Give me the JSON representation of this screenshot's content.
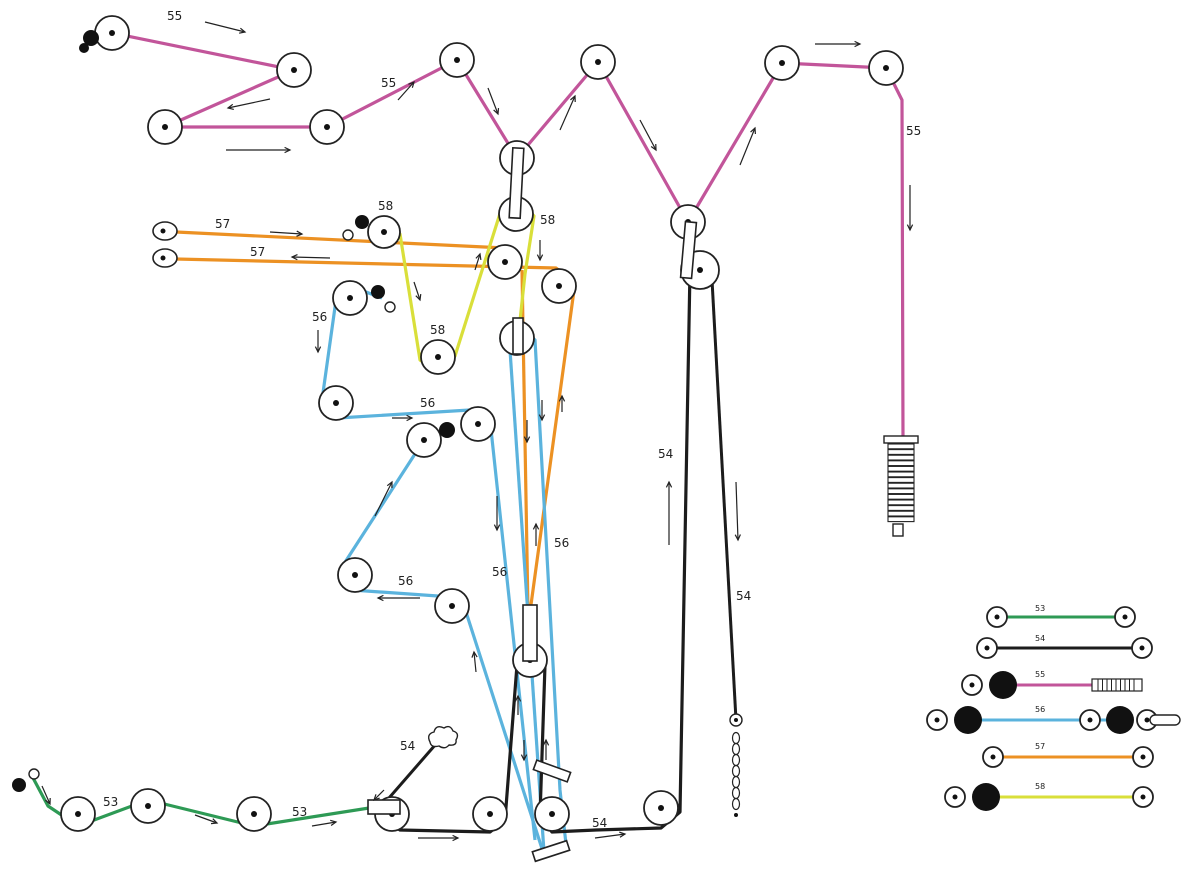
{
  "colors": {
    "cable_53": "#2e9a55",
    "cable_54": "#1c1c1c",
    "cable_55": "#c2559a",
    "cable_56": "#5bb3dd",
    "cable_57": "#ec9123",
    "cable_58": "#d9df3a"
  },
  "labels": {
    "c55_top": "55",
    "c55_mid": "55",
    "c55_right": "55",
    "c57_upper": "57",
    "c57_lower": "57",
    "c58_left": "58",
    "c58_right": "58",
    "c58_bottom": "58",
    "c56_left": "56",
    "c56_mid": "56",
    "c56_lower": "56",
    "c56_right1": "56",
    "c56_right2": "56",
    "c54_top": "54",
    "c54_right": "54",
    "c54_left": "54",
    "c54_bottom": "54",
    "c53_left": "53",
    "c53_right": "53"
  },
  "legend": [
    {
      "label": "53",
      "color": "#2e9a55"
    },
    {
      "label": "54",
      "color": "#1c1c1c"
    },
    {
      "label": "55",
      "color": "#c2559a"
    },
    {
      "label": "56",
      "color": "#5bb3dd"
    },
    {
      "label": "57",
      "color": "#ec9123"
    },
    {
      "label": "58",
      "color": "#d9df3a"
    }
  ],
  "icons": [
    "pulley-icon",
    "spring-icon",
    "chain-icon",
    "weight-icon",
    "direction-arrow-icon"
  ]
}
